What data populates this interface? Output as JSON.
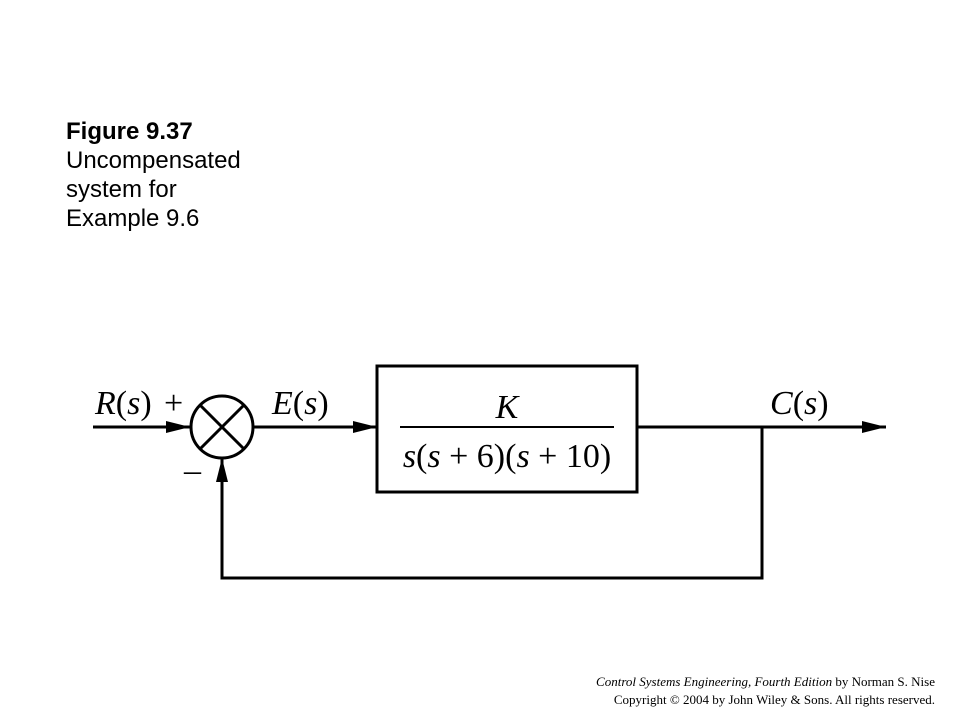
{
  "caption": {
    "figure_label": "Figure 9.37",
    "line1": "Uncompensated",
    "line2": "system for",
    "line3": "Example 9.6"
  },
  "diagram": {
    "input_label": "R(s)",
    "plus_sign": "+",
    "minus_sign": "–",
    "error_label": "E(s)",
    "output_label": "C(s)",
    "numerator": "K",
    "denominator": "s(s + 6)(s + 10)"
  },
  "credits": {
    "book_title": "Control Systems Engineering, Fourth Edition",
    "author": " by Norman S. Nise",
    "copyright": "Copyright © 2004 by John Wiley & Sons. All rights reserved."
  }
}
